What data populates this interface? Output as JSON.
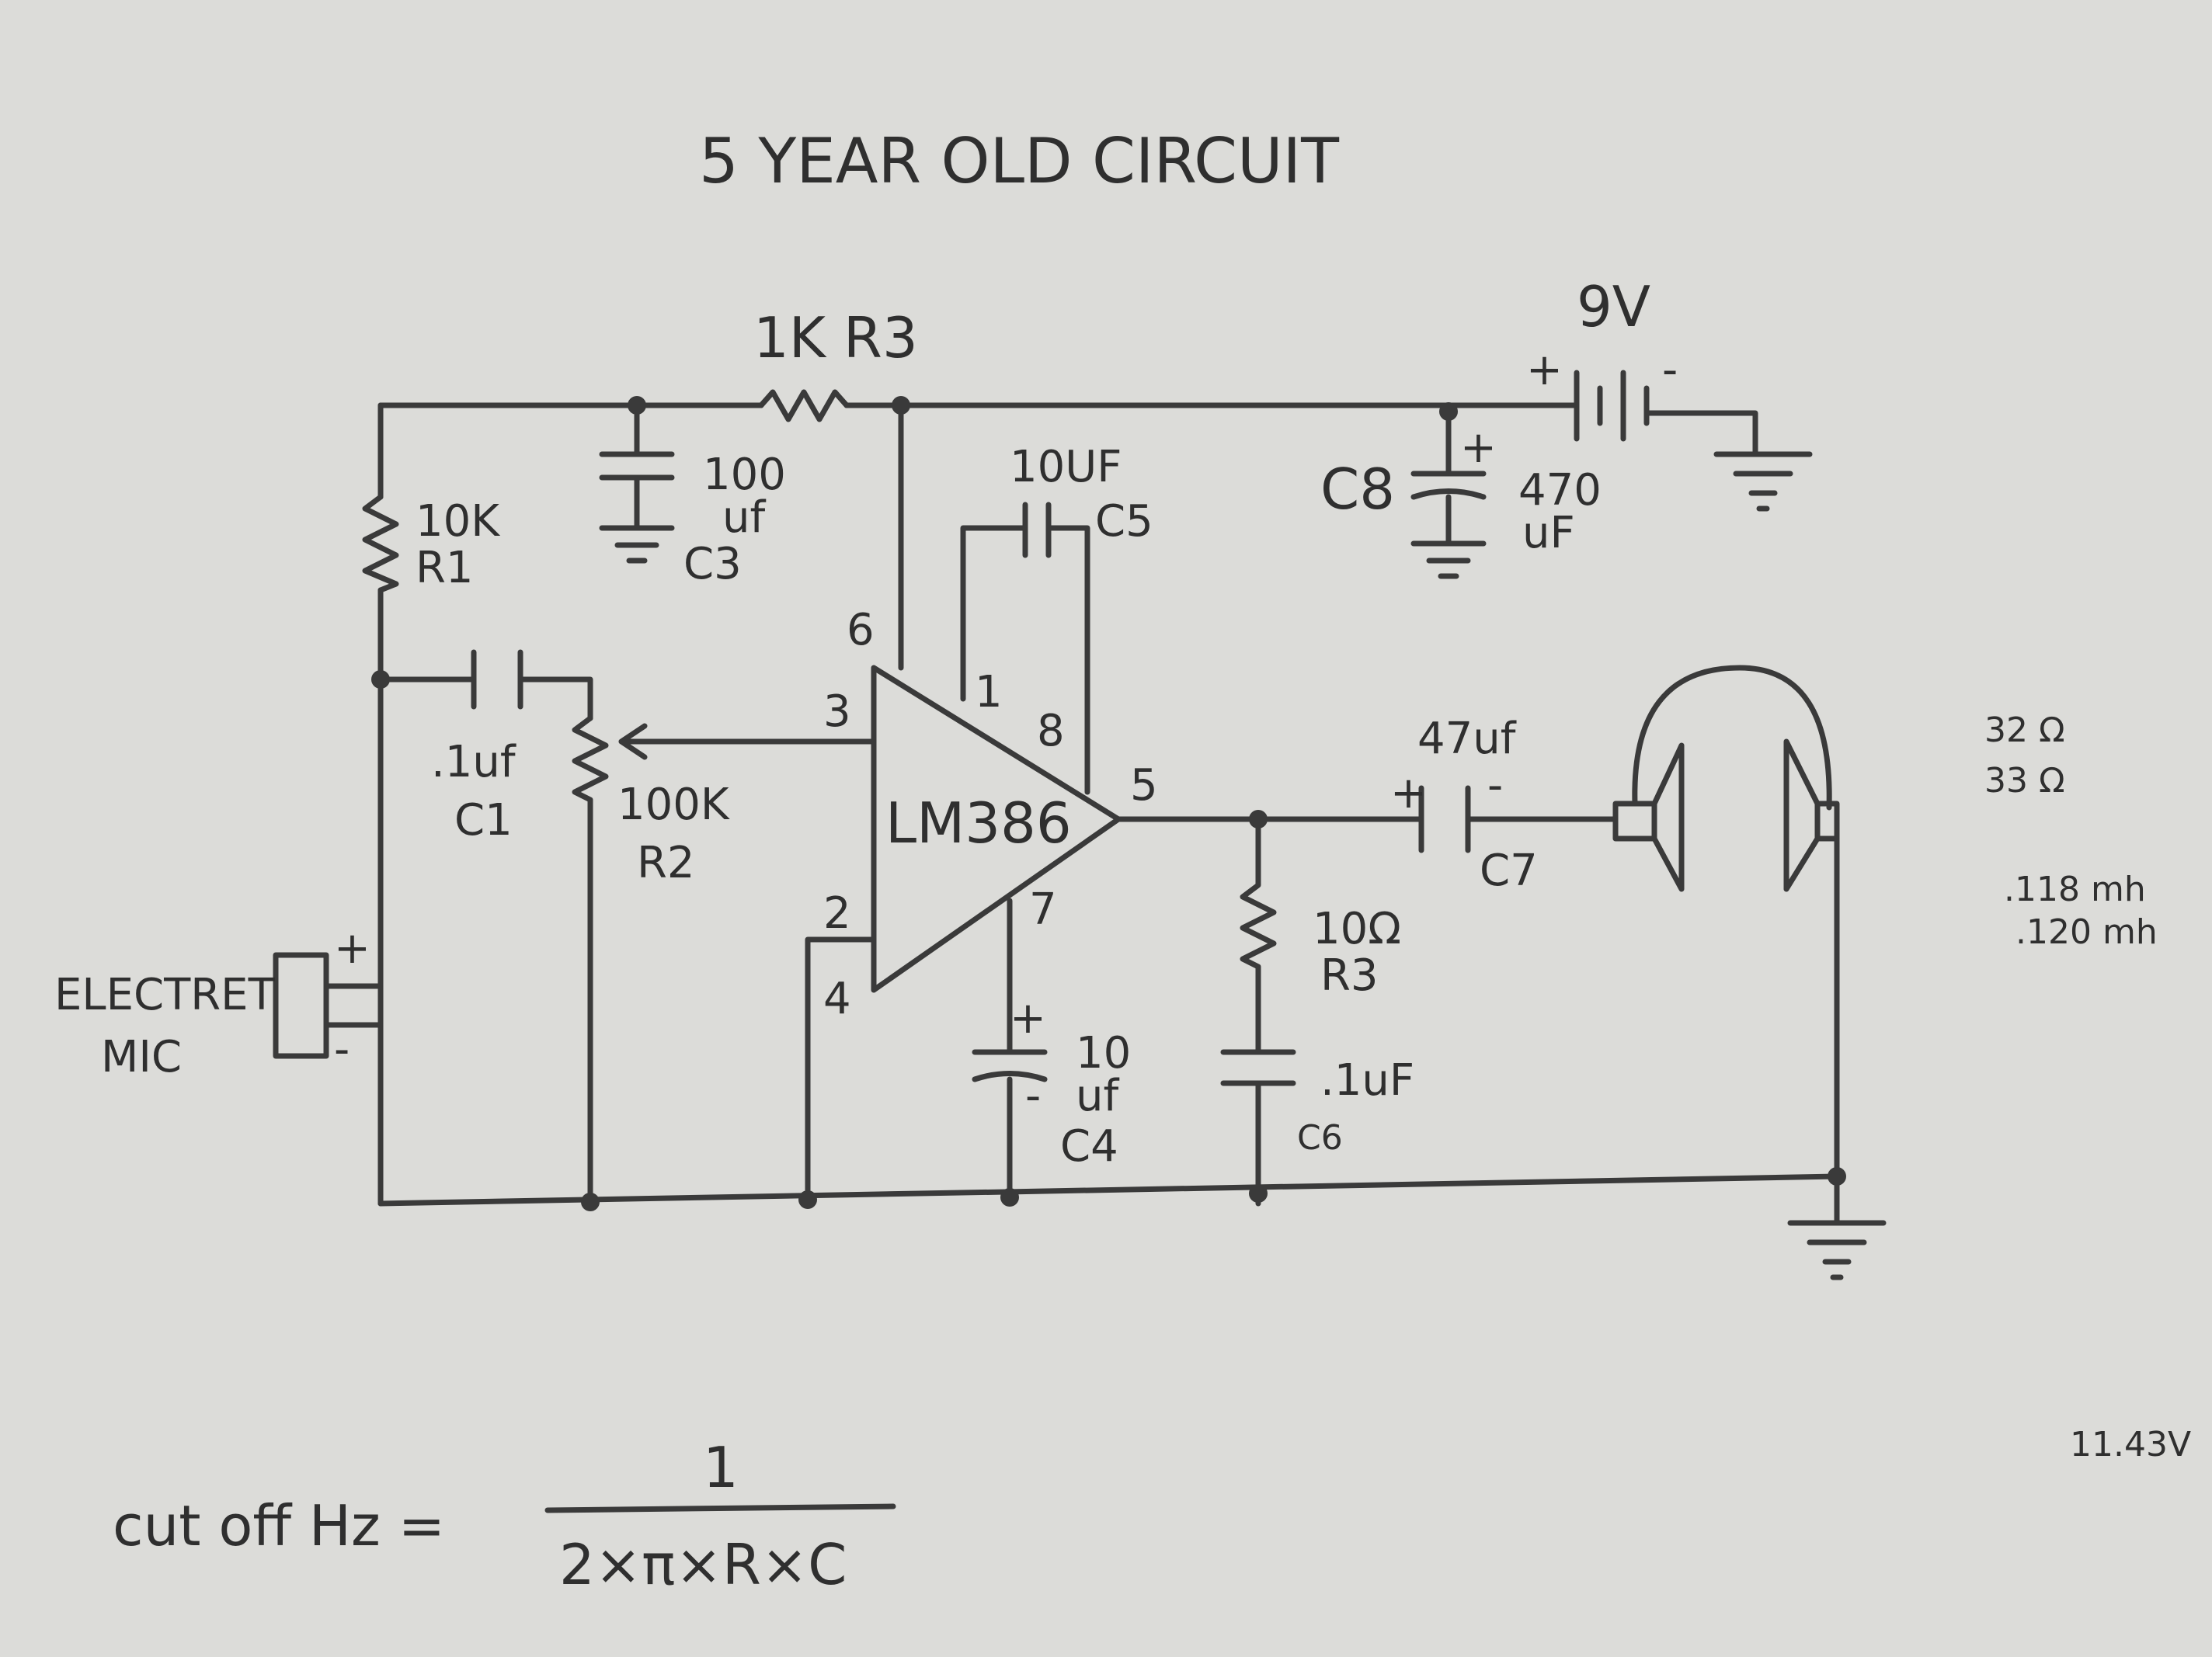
{
  "title": "5 YEAR OLD CIRCUIT",
  "supply": {
    "voltage": "9V",
    "plus": "+",
    "minus": "-"
  },
  "r3_top": "1K R3",
  "r1": {
    "value": "10K",
    "name": "R1"
  },
  "c3": {
    "value_line1": "100",
    "value_line2": "uf",
    "name": "C3"
  },
  "c5": {
    "value": "10UF",
    "name": "C5"
  },
  "c8": {
    "name": "C8",
    "value_line1": "470",
    "value_line2": "uF",
    "plus": "+"
  },
  "c1": {
    "value": ".1uf",
    "name": "C1"
  },
  "r2": {
    "value": "100K",
    "name": "R2"
  },
  "amp": {
    "label": "LM386",
    "pins": {
      "p1": "1",
      "p2": "2",
      "p3": "3",
      "p4": "4",
      "p5": "5",
      "p6": "6",
      "p7": "7",
      "p8": "8"
    }
  },
  "c4": {
    "value_line1": "10",
    "value_line2": "uf",
    "name": "C4",
    "plus": "+",
    "minus": "-"
  },
  "c6": {
    "value": ".1uF",
    "name": "C6"
  },
  "r_out": {
    "value": "10Ω",
    "name": "R3"
  },
  "c7": {
    "value": "47uf",
    "name": "C7",
    "plus": "+",
    "minus": "-"
  },
  "mic": {
    "line1": "ELECTRET",
    "line2": "MIC",
    "plus": "+",
    "minus": "-"
  },
  "side_notes": [
    ".118 mh",
    ".120 mh"
  ],
  "impedance_notes": [
    "32 Ω",
    "33 Ω"
  ],
  "voltage_note": "11.43V",
  "formula": {
    "lhs": "cut off Hz =",
    "numerator": "1",
    "denominator": "2×π×R×C"
  }
}
